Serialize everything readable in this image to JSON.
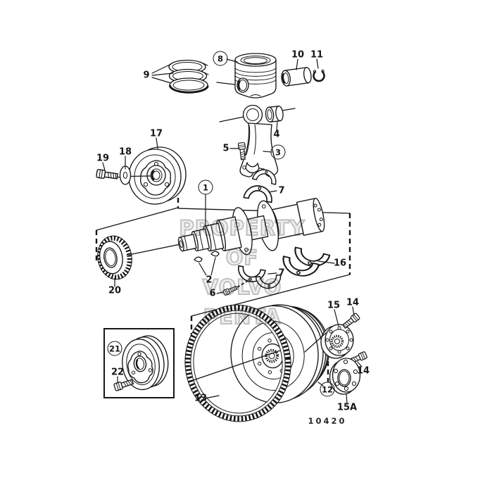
{
  "figure": {
    "number": "10420"
  },
  "watermark": {
    "line1": "PROPERTY OF",
    "line2": "VOLVO PENTA"
  },
  "callouts": {
    "c1": {
      "ref": "1"
    },
    "c2": {
      "ref": "2"
    },
    "c3": {
      "ref": "3"
    },
    "c4": {
      "ref": "4"
    },
    "c5": {
      "ref": "5"
    },
    "c6": {
      "ref": "6"
    },
    "c7a": {
      "ref": "7"
    },
    "c7b": {
      "ref": "7"
    },
    "c8": {
      "ref": "8"
    },
    "c9": {
      "ref": "9"
    },
    "c10": {
      "ref": "10"
    },
    "c11": {
      "ref": "11"
    },
    "c12": {
      "ref": "12"
    },
    "c13": {
      "ref": "13"
    },
    "c14a": {
      "ref": "14"
    },
    "c14b": {
      "ref": "14"
    },
    "c15": {
      "ref": "15"
    },
    "c15a": {
      "ref": "15A"
    },
    "c16": {
      "ref": "16"
    },
    "c17": {
      "ref": "17"
    },
    "c18": {
      "ref": "18"
    },
    "c19": {
      "ref": "19"
    },
    "c20": {
      "ref": "20"
    },
    "c21": {
      "ref": "21"
    },
    "c22": {
      "ref": "22"
    }
  }
}
